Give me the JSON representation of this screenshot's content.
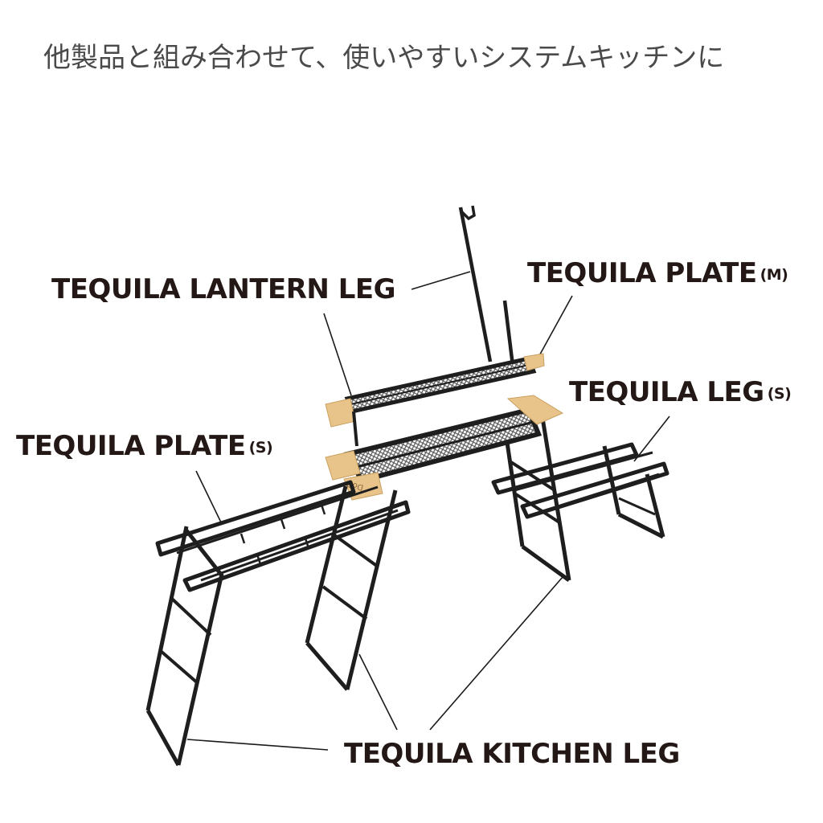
{
  "headline": "他製品と組み合わせて、使いやすいシステムキッチンに",
  "colors": {
    "background": "#ffffff",
    "headline_text": "#4a4a4a",
    "label_text": "#231815",
    "frame": "#1e1e1e",
    "wood": "#e9c48a",
    "mesh": "#9a9a9a",
    "leader_line": "#1a1a1a"
  },
  "labels": [
    {
      "id": "lantern_leg",
      "name": "TEQUILA LANTERN LEG",
      "size": ""
    },
    {
      "id": "plate_m",
      "name": "TEQUILA PLATE",
      "size": "(M)"
    },
    {
      "id": "leg_s",
      "name": "TEQUILA LEG",
      "size": "(S)"
    },
    {
      "id": "plate_s",
      "name": "TEQUILA PLATE",
      "size": "(S)"
    },
    {
      "id": "kitchen_leg",
      "name": "TEQUILA KITCHEN LEG",
      "size": ""
    }
  ],
  "wood_marking": "DoD"
}
